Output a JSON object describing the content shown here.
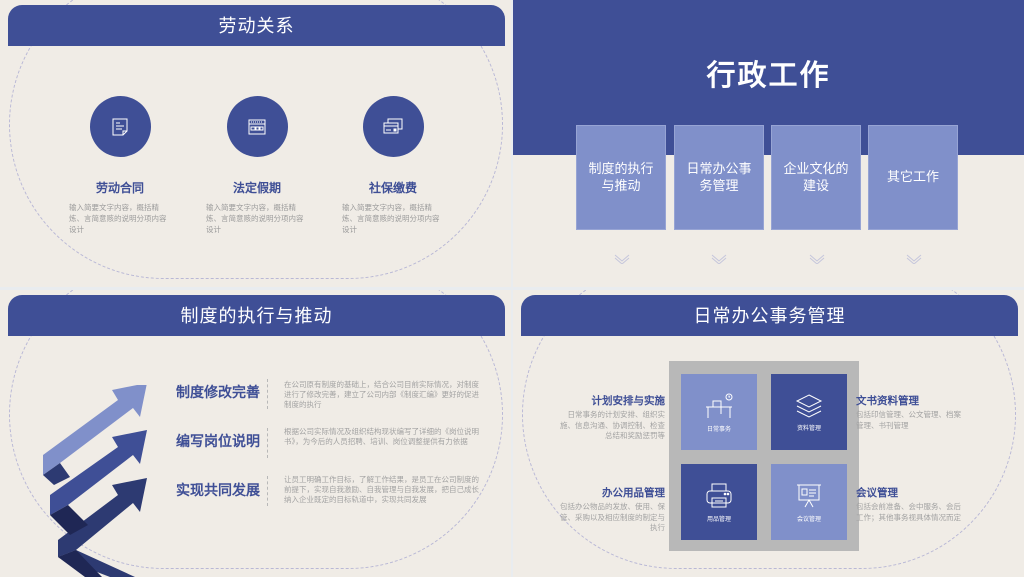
{
  "colors": {
    "primary": "#3f4f96",
    "light": "#8090ca",
    "dark": "#2d3a72",
    "background": "#f0ece6",
    "muted_text": "#a2a2a2"
  },
  "slide1": {
    "title": "劳动关系",
    "items": [
      {
        "icon": "document-note-icon",
        "title": "劳动合同",
        "desc": "输入简要文字内容，概括精炼、言简意赅的说明分项内容设计"
      },
      {
        "icon": "calendar-icon",
        "title": "法定假期",
        "desc": "输入简要文字内容，概括精炼、言简意赅的说明分项内容设计"
      },
      {
        "icon": "credit-card-icon",
        "title": "社保缴费",
        "desc": "输入简要文字内容，概括精炼、言简意赅的说明分项内容设计"
      }
    ]
  },
  "slide2": {
    "title": "行政工作",
    "boxes": [
      {
        "label": "制度的执行与推动"
      },
      {
        "label": "日常办公事务管理"
      },
      {
        "label": "企业文化的建设"
      },
      {
        "label": "其它工作"
      }
    ]
  },
  "slide3": {
    "title": "制度的执行与推动",
    "rows": [
      {
        "heading": "制度修改完善",
        "text": "在公司原有制度的基础上，结合公司目前实际情况，对制度进行了修改完善，建立了公司内部《制度汇编》更好的促进制度的执行"
      },
      {
        "heading": "编写岗位说明",
        "text": "根据公司实际情况及组织结构现状编写了详细的《岗位说明书》，为今后的人员招聘、培训、岗位调整提供有力依据"
      },
      {
        "heading": "实现共同发展",
        "text": "让员工明确工作目标，了解工作结果，是员工在公司制度的前提下，实现自我激励、自我管理与自我发展，把自己成长纳入企业既定的目标轨道中，实现共同发展"
      }
    ]
  },
  "slide4": {
    "title": "日常办公事务管理",
    "tiles": [
      {
        "icon": "desk-clock-icon",
        "label": "日常事务"
      },
      {
        "icon": "layers-icon",
        "label": "资料管理"
      },
      {
        "icon": "printer-icon",
        "label": "用品管理"
      },
      {
        "icon": "presentation-board-icon",
        "label": "会议管理"
      }
    ],
    "sides": [
      {
        "heading": "计划安排与实施",
        "text": "日常事务的计划安排、组织实施、信息沟通、协调控制、检查总结和奖励惩罚等"
      },
      {
        "heading": "文书资料管理",
        "text": "包括印信管理、公文管理、档案管理、书刊管理"
      },
      {
        "heading": "办公用品管理",
        "text": "包括办公物品的发放、使用、保管、采购以及相应制度的制定与执行"
      },
      {
        "heading": "会议管理",
        "text": "包括会前准备、会中服务、会后工作；其他事务视具体情况而定"
      }
    ]
  }
}
